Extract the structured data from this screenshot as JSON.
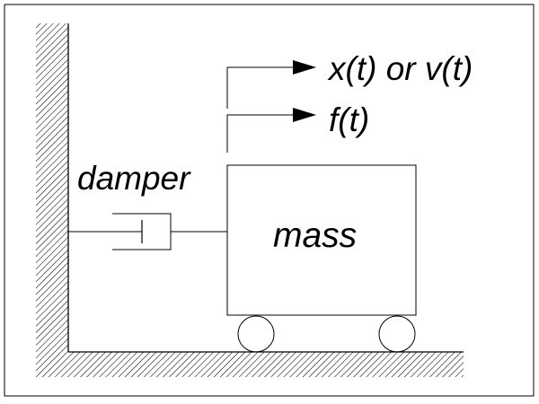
{
  "diagram": {
    "labels": {
      "damper": "damper",
      "mass": "mass",
      "force": "f(t)",
      "displacement": "x(t) or v(t)"
    },
    "colors": {
      "stroke": "#000000",
      "background": "#ffffff"
    }
  }
}
